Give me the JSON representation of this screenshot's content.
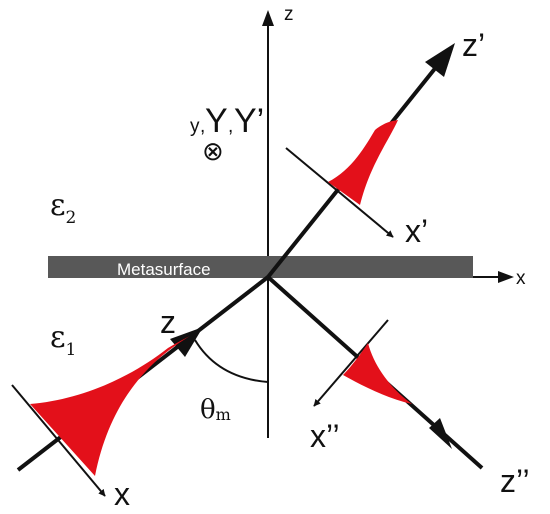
{
  "labels": {
    "axis_z": "z",
    "axis_x": "x",
    "y_small": "y",
    "Y_label": "Y",
    "Y_prime": "Y’",
    "comma": ",",
    "otimes": "⊗",
    "eps2_base": "ε",
    "eps2_sub": "2",
    "eps1_base": "ε",
    "eps1_sub": "1",
    "metasurface": "Metasurface",
    "z_prime": "z’",
    "x_prime": "x’",
    "z_incident": "z",
    "x_incident": "x",
    "theta_base": "θ",
    "theta_sub": "m",
    "x_double": "x’’",
    "z_double": "z’’"
  },
  "colors": {
    "beam_fill": "#e3101a",
    "metasurface_fill": "#585858",
    "line": "#111111"
  }
}
